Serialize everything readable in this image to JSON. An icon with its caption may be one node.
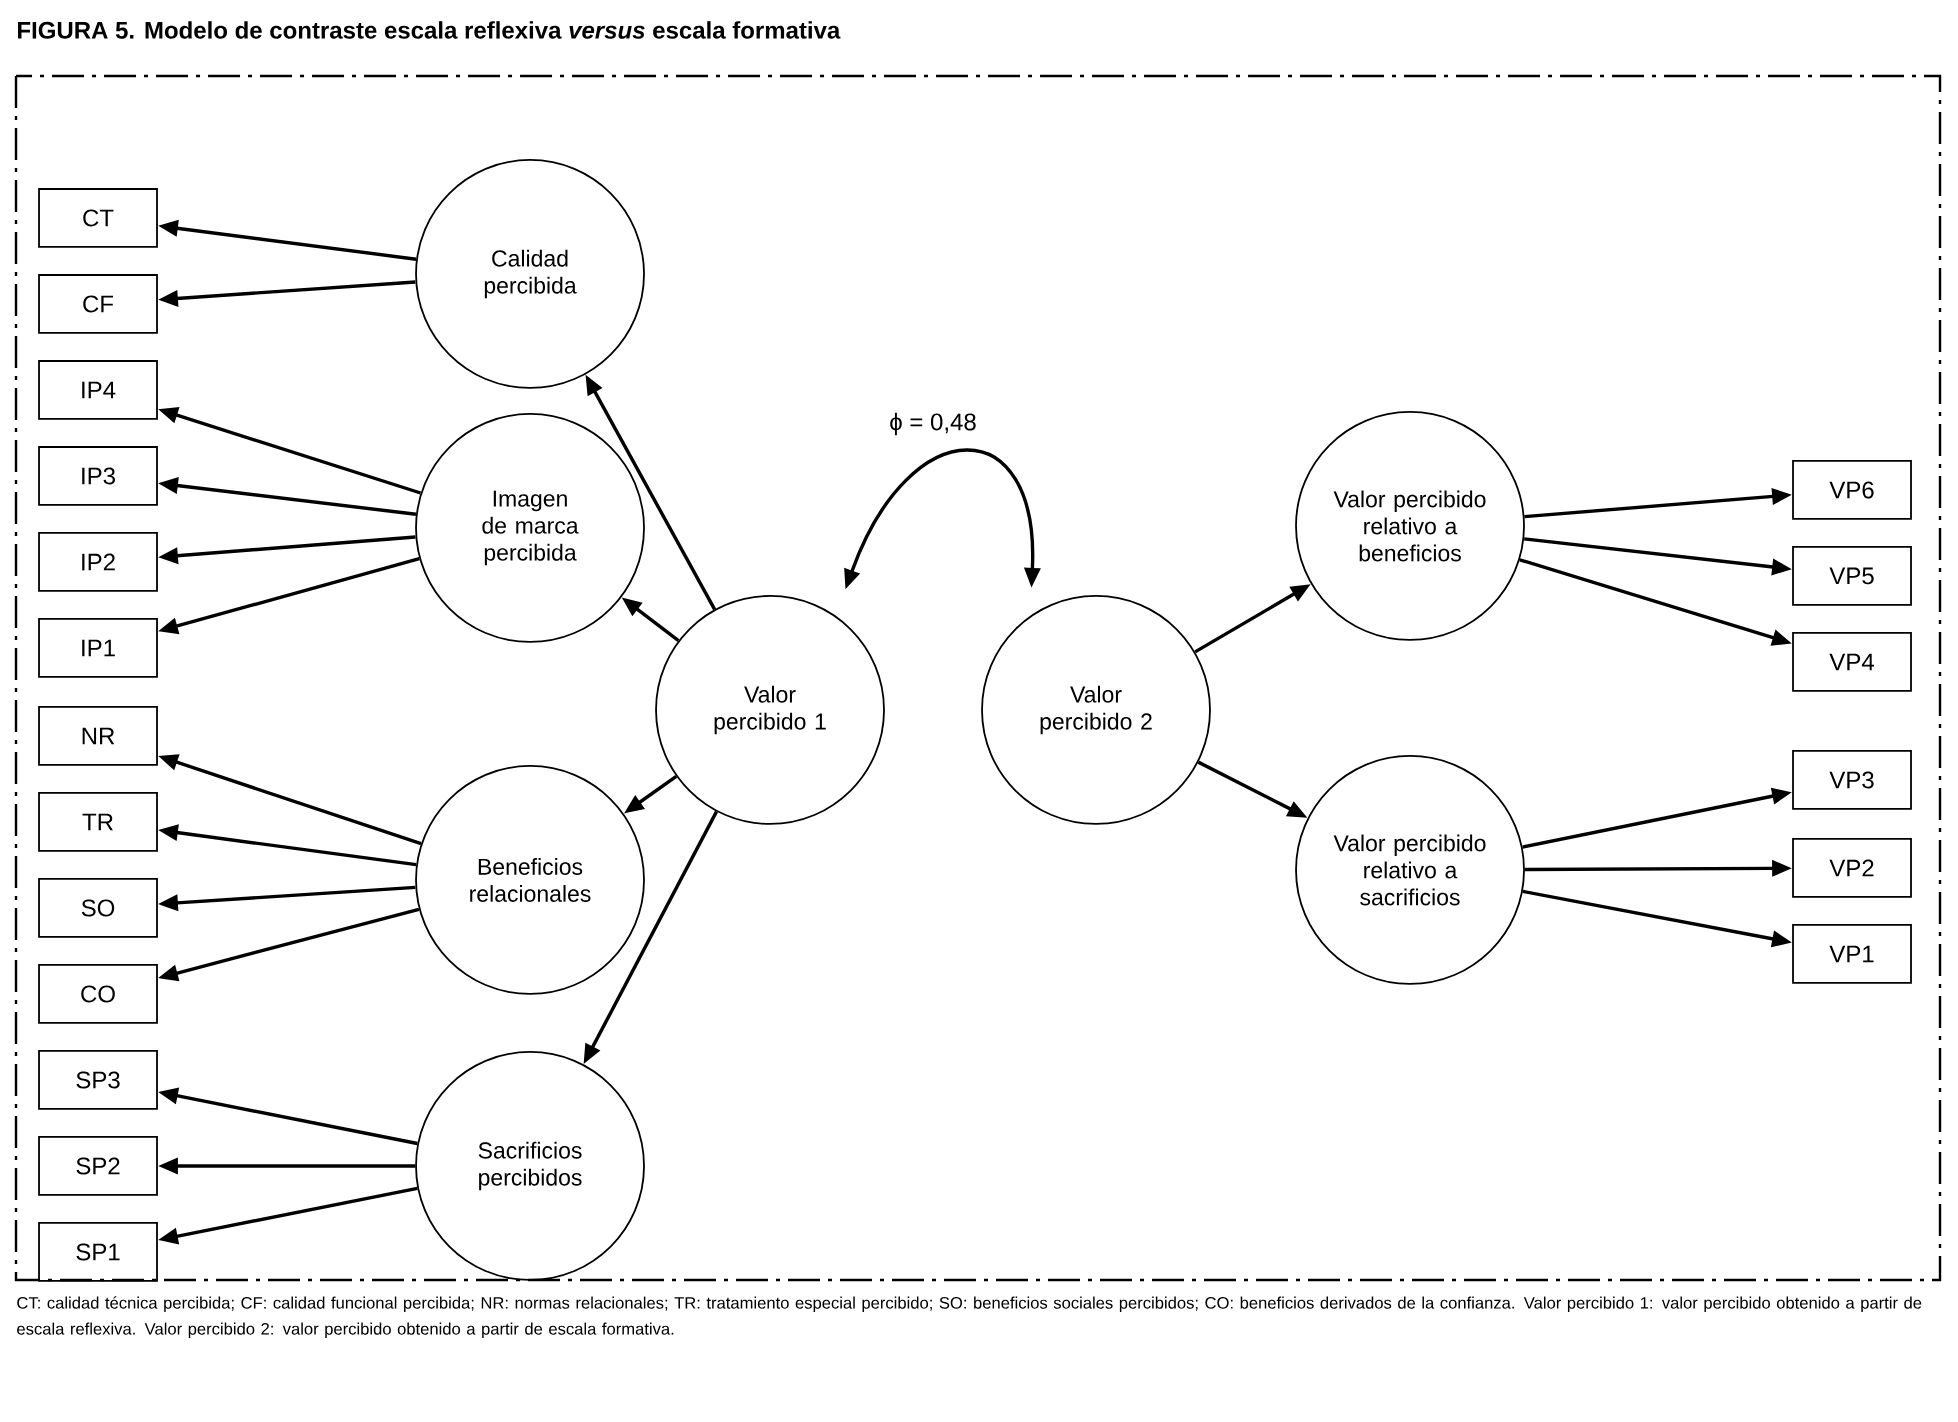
{
  "diagram": {
    "title": "FIGURA 5. Modelo de contraste escala reflexiva *versus* escala formativa",
    "caption": "CT: calidad técnica percibida;  CF: calidad funcional percibida; NR: normas relacionales; TR: tratamiento especial percibido;  SO: beneficios sociales percibidos; CO: beneficios derivados de la confianza. Valor percibido 1: valor percibido obtenido a partir de escala reflexiva. Valor percibido 2: valor percibido obtenido a partir de escala formativa.",
    "nodes": [
      {
        "text": [
          "Calidad percibida"
        ]
      },
      {
        "text": [
          "Imagen de marca percibida"
        ]
      },
      {
        "text": [
          "Beneficios relacionales"
        ]
      },
      {
        "text": [
          "Sacrificios percibidos"
        ]
      },
      {
        "text": [
          "CT"
        ]
      },
      {
        "text": [
          "CF"
        ]
      },
      {
        "text": [
          "IP4"
        ]
      },
      {
        "text": [
          "IP3"
        ]
      },
      {
        "text": [
          "IP2"
        ]
      },
      {
        "text": [
          "IP1"
        ]
      },
      {
        "text": [
          "NR"
        ]
      },
      {
        "text": [
          "TR"
        ]
      },
      {
        "text": [
          "SO"
        ]
      },
      {
        "text": [
          "CO"
        ]
      },
      {
        "text": [
          "SP3"
        ]
      },
      {
        "text": [
          "SP2"
        ]
      },
      {
        "text": [
          "SP1"
        ]
      },
      {
        "text": [
          "Valor percibido 1"
        ]
      },
      {
        "text": [
          "Valor percibido 2"
        ]
      },
      {
        "text": [
          "Valor percibido relativo a beneficios"
        ]
      },
      {
        "text": [
          "Valor percibido relativo a sacrificios"
        ]
      },
      {
        "text": [
          "VP6"
        ]
      },
      {
        "text": [
          "VP5"
        ]
      },
      {
        "text": [
          "VP4"
        ]
      },
      {
        "text": [
          "VP3"
        ]
      },
      {
        "text": [
          "VP2"
        ]
      },
      {
        "text": [
          "VP1"
        ]
      }
    ],
    "edges": [
      {
        "from": 0,
        "to": 4,
        "arrow": "to"
      },
      {
        "from": 0,
        "to": 5,
        "arrow": "to"
      },
      {
        "from": 1,
        "to": 6,
        "arrow": "to"
      },
      {
        "from": 1,
        "to": 7,
        "arrow": "to"
      },
      {
        "from": 1,
        "to": 8,
        "arrow": "to"
      },
      {
        "from": 1,
        "to": 9,
        "arrow": "to"
      },
      {
        "from": 2,
        "to": 10,
        "arrow": "to"
      },
      {
        "from": 2,
        "to": 11,
        "arrow": "to"
      },
      {
        "from": 2,
        "to": 12,
        "arrow": "to"
      },
      {
        "from": 2,
        "to": 13,
        "arrow": "to"
      },
      {
        "from": 3,
        "to": 14,
        "arrow": "to"
      },
      {
        "from": 3,
        "to": 15,
        "arrow": "to"
      },
      {
        "from": 3,
        "to": 16,
        "arrow": "to"
      },
      {
        "from": 17,
        "to": 0,
        "arrow": "to"
      },
      {
        "from": 17,
        "to": 1,
        "arrow": "to"
      },
      {
        "from": 17,
        "to": 2,
        "arrow": "to"
      },
      {
        "from": 17,
        "to": 3,
        "arrow": "to"
      },
      {
        "from": 17,
        "to": 18,
        "arrow": "both",
        "label": "ϕ = 0,48"
      },
      {
        "from": 18,
        "to": 19,
        "arrow": "to"
      },
      {
        "from": 18,
        "to": 20,
        "arrow": "to"
      },
      {
        "from": 19,
        "to": 21,
        "arrow": "to"
      },
      {
        "from": 19,
        "to": 22,
        "arrow": "to"
      },
      {
        "from": 19,
        "to": 23,
        "arrow": "to"
      },
      {
        "from": 20,
        "to": 24,
        "arrow": "to"
      },
      {
        "from": 20,
        "to": 25,
        "arrow": "to"
      },
      {
        "from": 20,
        "to": 26,
        "arrow": "to"
      }
    ]
  }
}
